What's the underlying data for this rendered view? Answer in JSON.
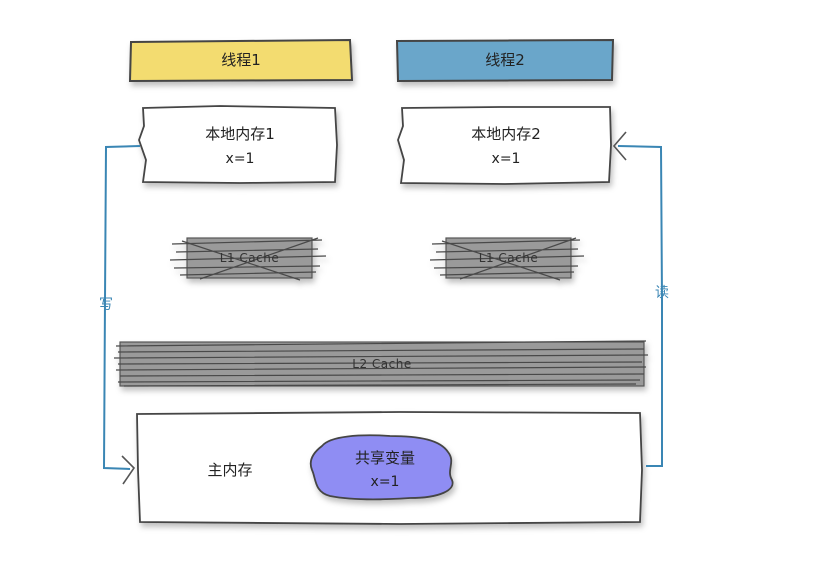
{
  "threads": [
    {
      "label": "线程1",
      "color": "#f3dc6f"
    },
    {
      "label": "线程2",
      "color": "#6aa6ca"
    }
  ],
  "local_memory": [
    {
      "title": "本地内存1",
      "value": "x=1"
    },
    {
      "title": "本地内存2",
      "value": "x=1"
    }
  ],
  "l1_cache": [
    {
      "label": "L1 Cache"
    },
    {
      "label": "L1 Cache"
    }
  ],
  "l2_cache": {
    "label": "L2 Cache"
  },
  "main_memory": {
    "title": "主内存",
    "shared_variable": {
      "title": "共享变量",
      "value": "x=1",
      "color": "#8f8df3"
    }
  },
  "arrows": {
    "write_label": "写",
    "read_label": "读",
    "color": "#3a86b4"
  }
}
